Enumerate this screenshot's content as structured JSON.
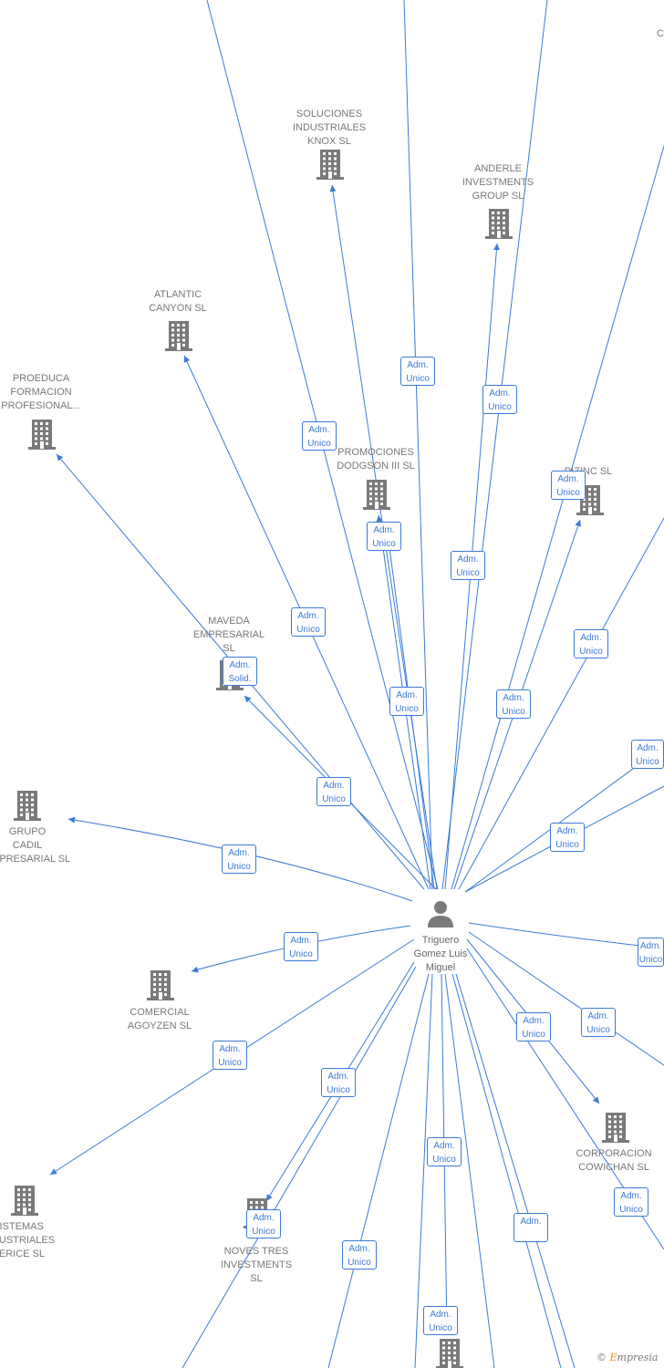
{
  "center_person": {
    "name": "Triguero\nGomez Luis\nMiguel",
    "icon": "person-icon"
  },
  "companies": [
    {
      "id": "soluciones",
      "label": "SOLUCIONES\nINDUSTRIALES\nKNOX SL",
      "icon": "building-icon"
    },
    {
      "id": "anderle",
      "label": "ANDERLE\nINVESTMENTS\nGROUP SL",
      "icon": "building-icon"
    },
    {
      "id": "atlantic",
      "label": "ATLANTIC\nCANYON SL",
      "icon": "building-icon"
    },
    {
      "id": "proeduca",
      "label": "PROEDUCA\nFORMACION\nPROFESIONAL...",
      "icon": "building-icon"
    },
    {
      "id": "promociones",
      "label": "PROMOCIONES\nDODGSON III SL",
      "icon": "building-icon"
    },
    {
      "id": "pizinc",
      "label": "PIZINC SL",
      "icon": "building-icon"
    },
    {
      "id": "maveda",
      "label": "MAVEDA\nEMPRESARIAL\nSL",
      "icon": "building-icon"
    },
    {
      "id": "grupo",
      "label": "GRUPO\nCADIL\nEMPRESARIAL SL",
      "icon": "building-icon"
    },
    {
      "id": "comercial",
      "label": "COMERCIAL\nAGOYZEN SL",
      "icon": "building-icon"
    },
    {
      "id": "corporacion",
      "label": "CORPORACION\nCOWICHAN SL",
      "icon": "building-icon"
    },
    {
      "id": "sistemas",
      "label": "SISTEMAS\nINDUSTRIALES\nHERICE SL",
      "icon": "building-icon"
    },
    {
      "id": "noves",
      "label": "NOVES TRES\nINVESTMENTS\nSL",
      "icon": "building-icon"
    },
    {
      "id": "bottom",
      "label": "",
      "icon": "building-icon"
    },
    {
      "id": "topright",
      "label": "C",
      "icon": ""
    }
  ],
  "relations": [
    {
      "label": "Adm.\nUnico"
    },
    {
      "label": "Adm.\nUnico"
    },
    {
      "label": "Adm.\nUnico"
    },
    {
      "label": "Adm.\nUnico"
    },
    {
      "label": "Adm.\nUnico"
    },
    {
      "label": "Adm.\nUnico"
    },
    {
      "label": "Adm.\nUnico"
    },
    {
      "label": "Adm.\nUnico"
    },
    {
      "label": "Adm.\nUnico"
    },
    {
      "label": "Adm.\nUnico"
    },
    {
      "label": "Adm.\nUnico"
    },
    {
      "label": "Adm.\nSolid."
    },
    {
      "label": "Adm.\nUnico"
    },
    {
      "label": "Adm.\nUnico"
    },
    {
      "label": "Adm.\nUnico"
    },
    {
      "label": "Adm.\nUnico"
    },
    {
      "label": "Adm.\nUnico"
    },
    {
      "label": "Adm.\nUnico"
    },
    {
      "label": "Adm.\nUnico"
    },
    {
      "label": "Adm.\nUnico"
    },
    {
      "label": "Adm.\nUnico"
    },
    {
      "label": "Adm.\nUnico"
    },
    {
      "label": "Adm.\nUnico"
    },
    {
      "label": "Adm.\nUnico"
    },
    {
      "label": "Adm.\nUnico"
    },
    {
      "label": "Adm.\nUnico"
    },
    {
      "label": "Adm.\nUnico"
    },
    {
      "label": "Adm."
    }
  ],
  "brand": {
    "copyright": "©",
    "e": "E",
    "name": "mpresia"
  },
  "colors": {
    "edge": "#3a7bd5",
    "icon": "#7a7a7a",
    "label": "#777777"
  }
}
